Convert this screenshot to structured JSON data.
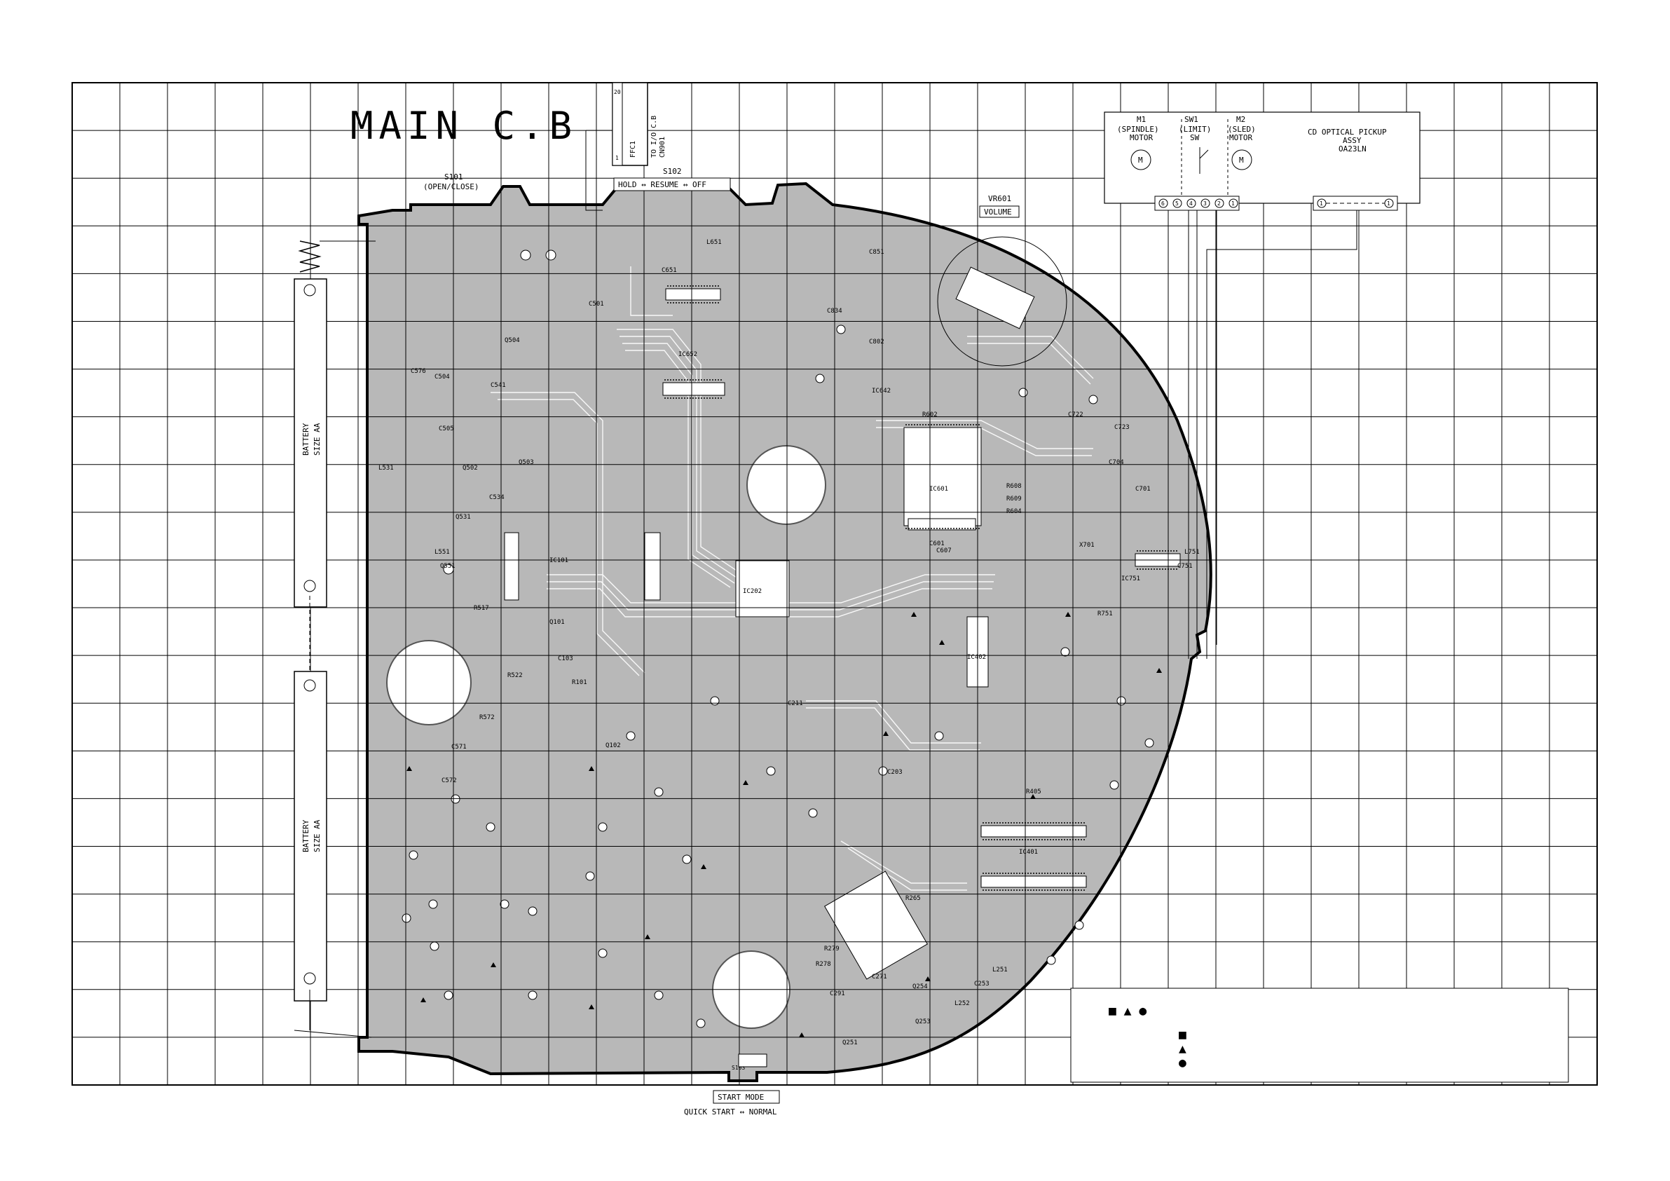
{
  "title": "MAIN C.B",
  "ffc": {
    "name": "FFC1",
    "to_line1": "TO I/O C.B",
    "to_line2": "CN901",
    "pin_top": "20",
    "pin_bottom": "1"
  },
  "switches": {
    "s101_label": "S101",
    "s101_desc": "(OPEN/CLOSE)",
    "s102_label": "S102",
    "s102_box": "HOLD ↔ RESUME ↔ OFF",
    "s103_box": "START MODE",
    "s103_desc": "QUICK START ↔ NORMAL",
    "s103_label": "S103"
  },
  "volume": {
    "ref": "VR601",
    "box": "VOLUME"
  },
  "pickup": {
    "m1_ref": "M1",
    "m1_desc1": "(SPINDLE)",
    "m1_desc2": "MOTOR",
    "sw1_ref": "SW1",
    "sw1_desc1": "(LIMIT)",
    "sw1_desc2": "SW",
    "m2_ref": "M2",
    "m2_desc1": "(SLED)",
    "m2_desc2": "MOTOR",
    "assy1": "CD OPTICAL PICKUP",
    "assy2": "ASSY",
    "assy3": "OA23LN",
    "motor_symbol": "M",
    "pins": [
      "6",
      "5",
      "4",
      "3",
      "2",
      "1"
    ],
    "pin_left": "1",
    "pin_right": "1"
  },
  "battery": {
    "label1": "BATTERY",
    "label2": "SIZE AA"
  },
  "components": [
    {
      "ref": "Q504"
    },
    {
      "ref": "C501"
    },
    {
      "ref": "IC652"
    },
    {
      "ref": "C651"
    },
    {
      "ref": "L651"
    },
    {
      "ref": "C834"
    },
    {
      "ref": "C802"
    },
    {
      "ref": "C851"
    },
    {
      "ref": "IC642"
    },
    {
      "ref": "R602"
    },
    {
      "ref": "IC601"
    },
    {
      "ref": "C722"
    },
    {
      "ref": "C723"
    },
    {
      "ref": "C704"
    },
    {
      "ref": "C701"
    },
    {
      "ref": "X701"
    },
    {
      "ref": "IC751"
    },
    {
      "ref": "R751"
    },
    {
      "ref": "C751"
    },
    {
      "ref": "L751"
    },
    {
      "ref": "C505"
    },
    {
      "ref": "Q502"
    },
    {
      "ref": "Q503"
    },
    {
      "ref": "C534"
    },
    {
      "ref": "L531"
    },
    {
      "ref": "Q531"
    },
    {
      "ref": "L551"
    },
    {
      "ref": "Q551"
    },
    {
      "ref": "R517"
    },
    {
      "ref": "IC101"
    },
    {
      "ref": "IC202"
    },
    {
      "ref": "Q101"
    },
    {
      "ref": "C103"
    },
    {
      "ref": "R101"
    },
    {
      "ref": "R522"
    },
    {
      "ref": "R572"
    },
    {
      "ref": "C571"
    },
    {
      "ref": "C572"
    },
    {
      "ref": "Q102"
    },
    {
      "ref": "IC402"
    },
    {
      "ref": "C203"
    },
    {
      "ref": "R405"
    },
    {
      "ref": "IC401"
    },
    {
      "ref": "R265"
    },
    {
      "ref": "R278"
    },
    {
      "ref": "R279"
    },
    {
      "ref": "C271"
    },
    {
      "ref": "Q254"
    },
    {
      "ref": "L251"
    },
    {
      "ref": "Q251"
    },
    {
      "ref": "Q253"
    },
    {
      "ref": "C253"
    },
    {
      "ref": "L252"
    },
    {
      "ref": "C291"
    },
    {
      "ref": "R608"
    },
    {
      "ref": "R609"
    },
    {
      "ref": "R604"
    },
    {
      "ref": "C601"
    },
    {
      "ref": "C607"
    },
    {
      "ref": "C211"
    },
    {
      "ref": "C504"
    },
    {
      "ref": "C576"
    },
    {
      "ref": "C541"
    }
  ],
  "legend": {
    "row1": "■ ▲ ●",
    "sq": "■",
    "tri": "▲",
    "dot": "●"
  }
}
